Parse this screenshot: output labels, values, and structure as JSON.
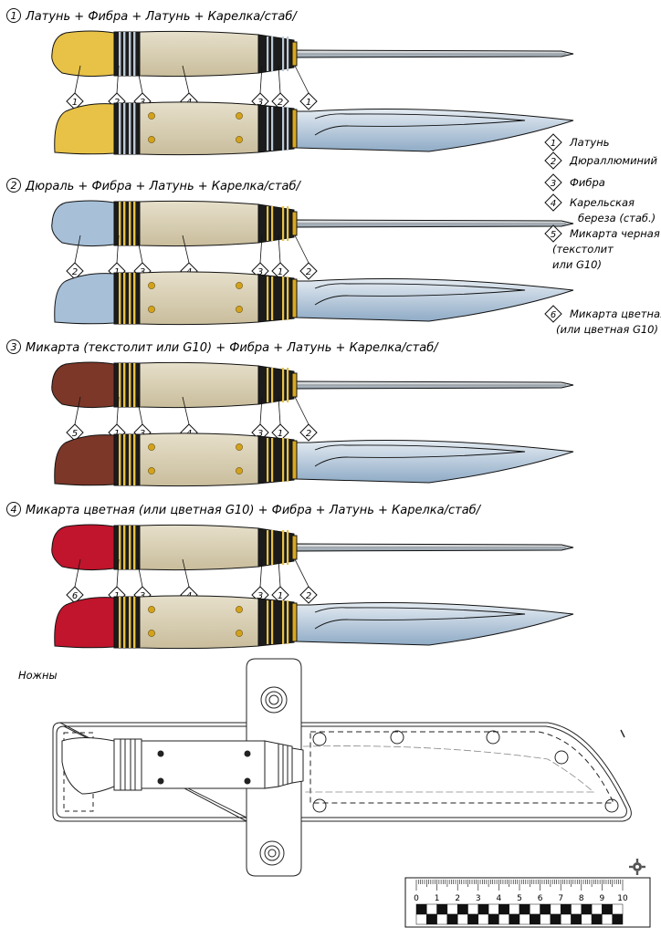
{
  "variants": [
    {
      "num": "1",
      "title": "Латунь + Фибра + Латунь + Карелка/стаб/",
      "handle_color": "#e7c247",
      "handle_shade": "#c9a21e",
      "tags_top": [
        "1",
        "2",
        "3",
        "4",
        "3",
        "2",
        "1"
      ],
      "spacer_color": "#bcc9d6"
    },
    {
      "num": "2",
      "title": "Дюраль + Фибра + Латунь + Карелка/стаб/",
      "handle_color": "#a7c0d8",
      "handle_shade": "#7f9fbd",
      "tags_top": [
        "2",
        "1",
        "3",
        "4",
        "3",
        "1",
        "2"
      ],
      "spacer_color": "#e7c247"
    },
    {
      "num": "3",
      "title": "Микарта (текстолит или G10) + Фибра + Латунь + Карелка/стаб/",
      "handle_color": "#7c3728",
      "handle_shade": "#5a2418",
      "tags_top": [
        "5",
        "1",
        "3",
        "4",
        "3",
        "1",
        "2"
      ],
      "spacer_color": "#e7c247"
    },
    {
      "num": "4",
      "title": "Микарта цветная (или цветная G10) + Фибра + Латунь + Карелка/стаб/",
      "handle_color": "#c0152c",
      "handle_shade": "#8e0c1e",
      "tags_top": [
        "6",
        "1",
        "3",
        "4",
        "3",
        "1",
        "2"
      ],
      "spacer_color": "#e7c247"
    }
  ],
  "legend": [
    {
      "num": "1",
      "lines": [
        "Латунь"
      ]
    },
    {
      "num": "2",
      "lines": [
        "Дюраллюминий"
      ]
    },
    {
      "num": "3",
      "lines": [
        "Фибра"
      ]
    },
    {
      "num": "4",
      "lines": [
        "Карельская",
        "береза (стаб.)"
      ]
    },
    {
      "num": "5",
      "lines": [
        "Микарта черная",
        "(текстолит",
        "или G10)"
      ]
    },
    {
      "num": "6",
      "lines": [
        "Микарта цветная",
        "(или цветная G10)"
      ]
    }
  ],
  "sheath_label": "Ножны",
  "ruler": {
    "ticks": [
      "0",
      "1",
      "2",
      "3",
      "4",
      "5",
      "6",
      "7",
      "8",
      "9",
      "10"
    ]
  },
  "colors": {
    "wood": "#d8ceb2",
    "fiber": "#1c1c1c",
    "blade_top": "#dfe6ee",
    "blade_bottom": "#8ea9c4",
    "pin": "#d4a21a"
  }
}
